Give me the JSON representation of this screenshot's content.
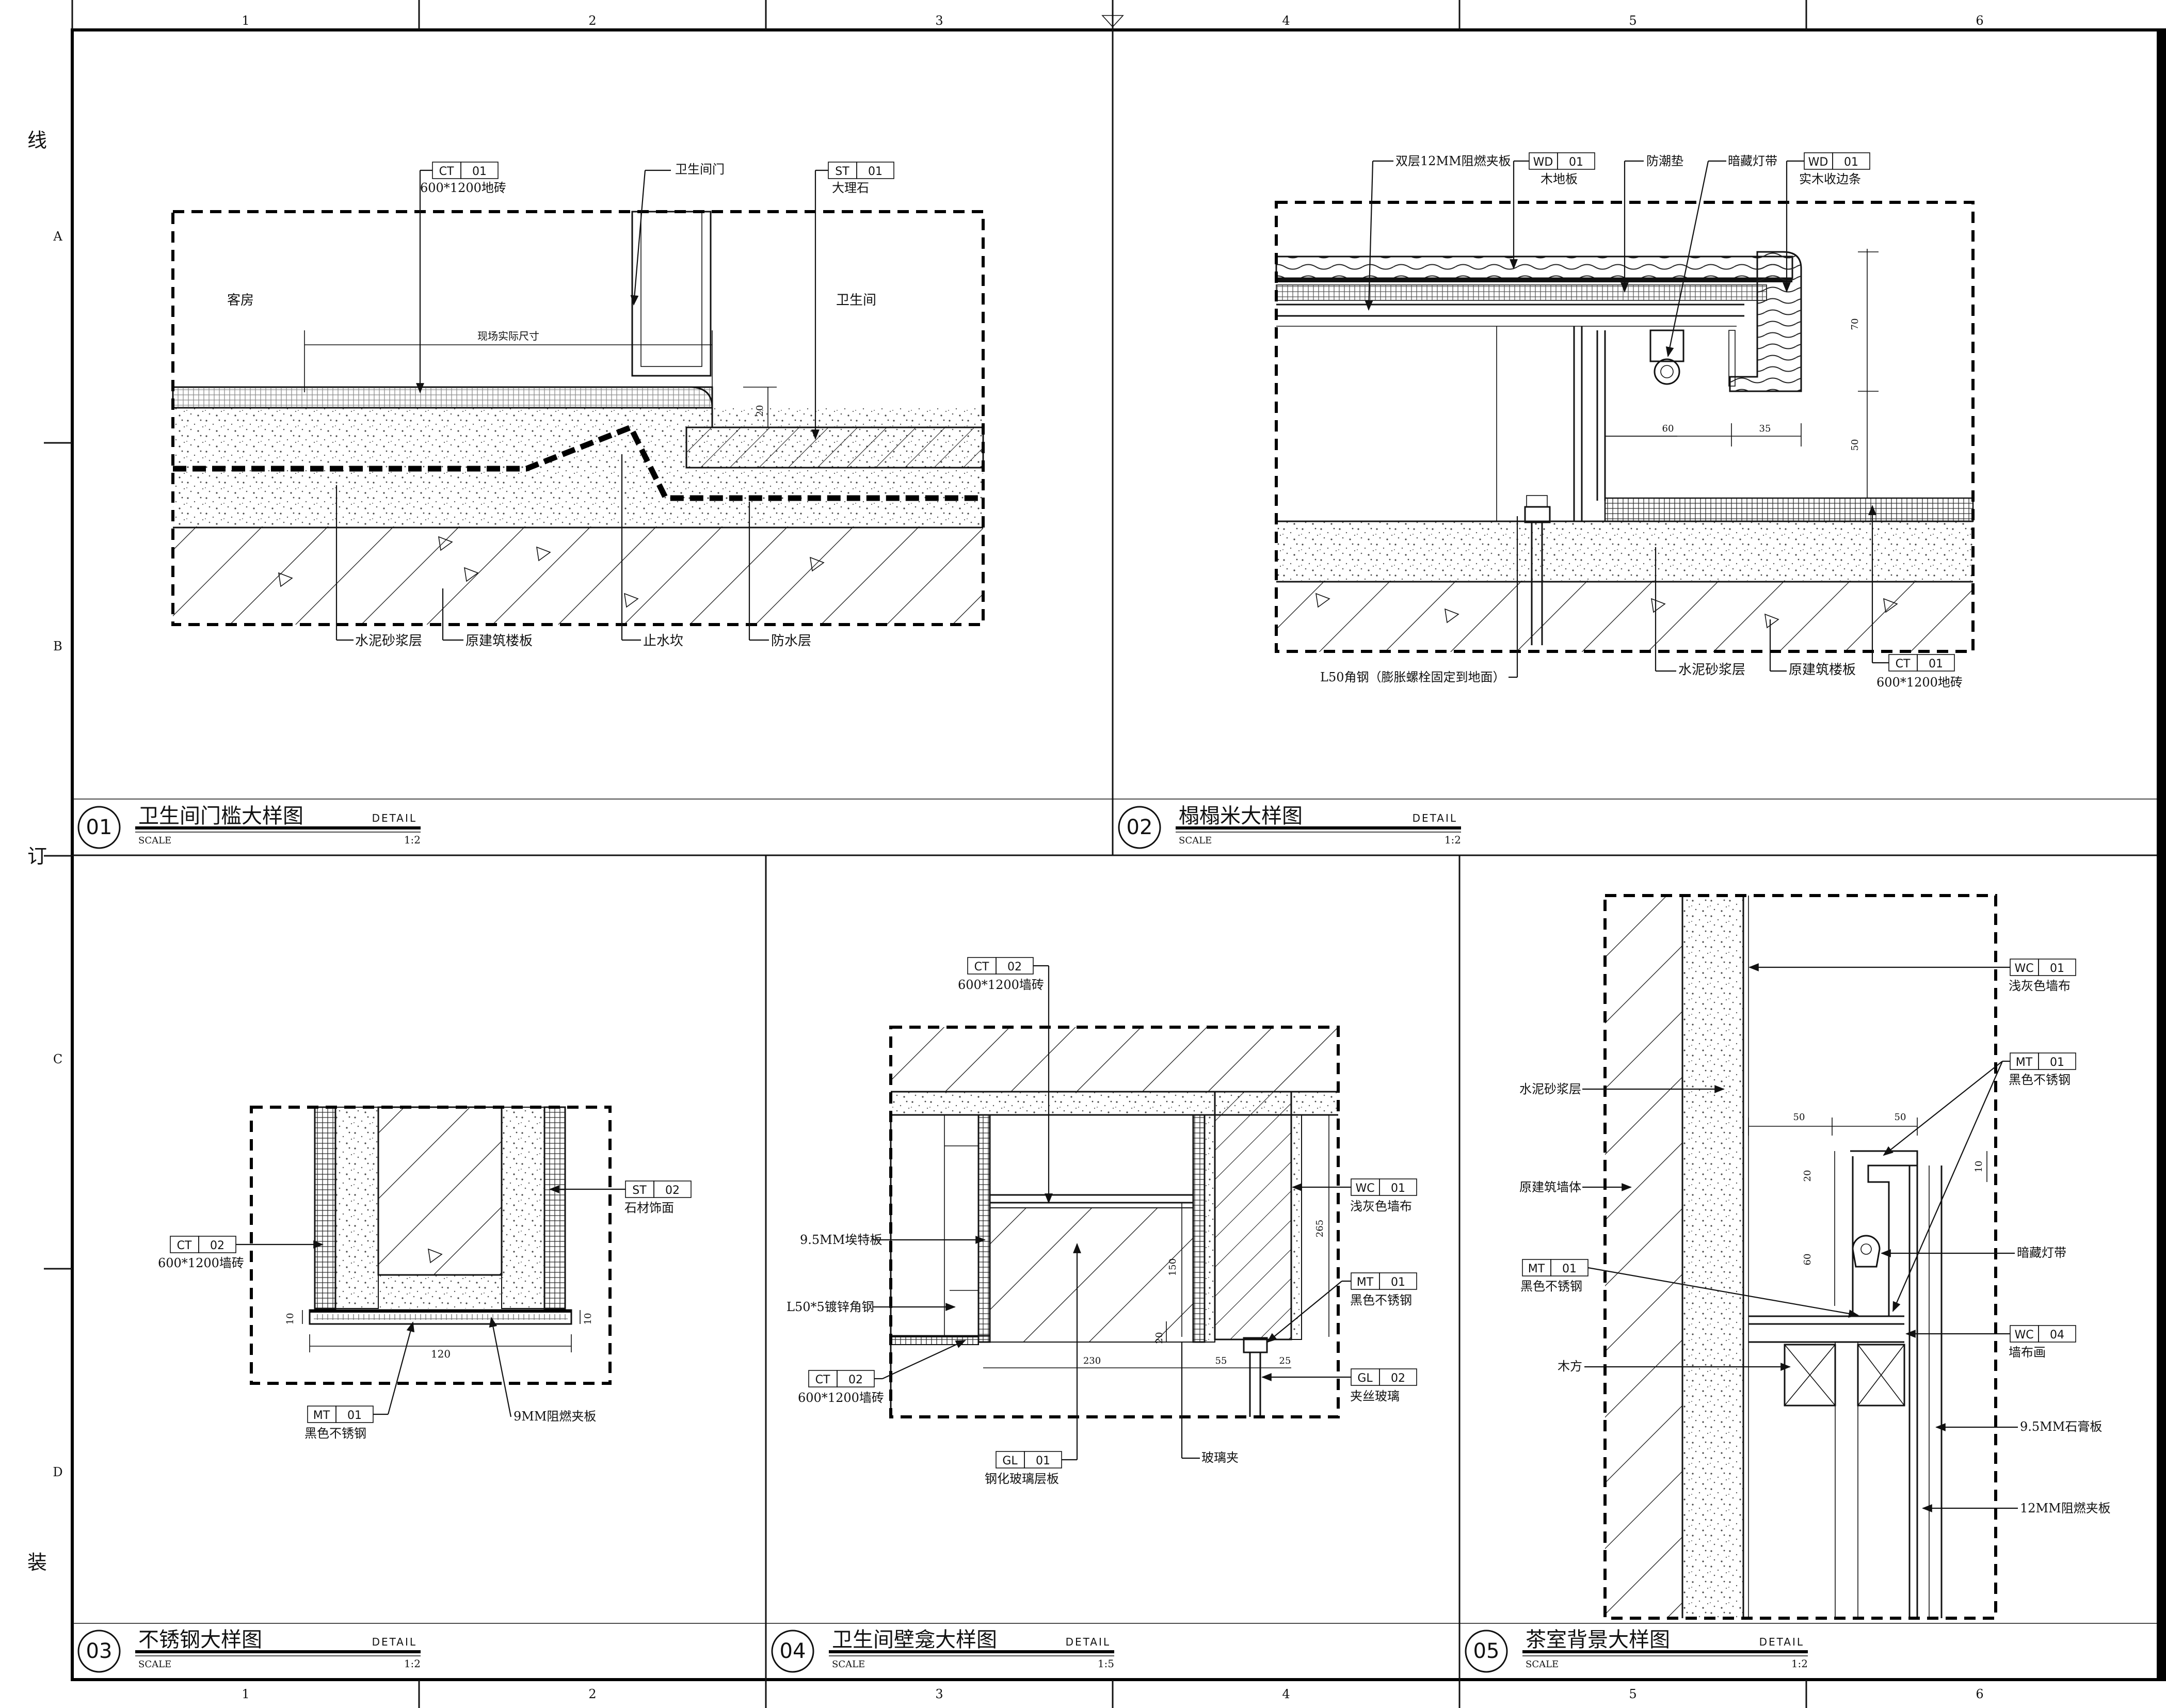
{
  "grid": {
    "columns": [
      "1",
      "2",
      "3",
      "4",
      "5",
      "6"
    ],
    "rows": [
      "A",
      "B",
      "C",
      "D"
    ]
  },
  "binding": {
    "a": "线",
    "b": "订",
    "c": "装"
  },
  "panels": [
    {
      "num": "01",
      "title": "卫生间门槛大样图",
      "detail": "DETAIL",
      "scale_label": "SCALE",
      "scale": "1:2"
    },
    {
      "num": "02",
      "title": "榻榻米大样图",
      "detail": "DETAIL",
      "scale_label": "SCALE",
      "scale": "1:2"
    },
    {
      "num": "03",
      "title": "不锈钢大样图",
      "detail": "DETAIL",
      "scale_label": "SCALE",
      "scale": "1:2"
    },
    {
      "num": "04",
      "title": "卫生间壁龛大样图",
      "detail": "DETAIL",
      "scale_label": "SCALE",
      "scale": "1:5"
    },
    {
      "num": "05",
      "title": "茶室背景大样图",
      "detail": "DETAIL",
      "scale_label": "SCALE",
      "scale": "1:2"
    }
  ],
  "p1": {
    "tag_ct": {
      "code": "CT",
      "no": "01",
      "desc": "600*1200地砖"
    },
    "tag_st": {
      "code": "ST",
      "no": "01",
      "desc": "大理石"
    },
    "door": "卫生间门",
    "room_left": "客房",
    "room_right": "卫生间",
    "dim_site": "现场实际尺寸",
    "dim_20": "20",
    "mortar": "水泥砂浆层",
    "slab": "原建筑楼板",
    "curb": "止水坎",
    "waterproof": "防水层"
  },
  "p2": {
    "board": "双层12MM阻燃夹板",
    "tag_wd1": {
      "code": "WD",
      "no": "01",
      "desc": "木地板"
    },
    "pad": "防潮垫",
    "led": "暗藏灯带",
    "tag_wd2": {
      "code": "WD",
      "no": "01",
      "desc": "实木收边条"
    },
    "dim_70": "70",
    "dim_50": "50",
    "dim_60": "60",
    "dim_35": "35",
    "angle": "L50角钢（膨胀螺栓固定到地面）",
    "mortar": "水泥砂浆层",
    "slab": "原建筑楼板",
    "tag_ct": {
      "code": "CT",
      "no": "01",
      "desc": "600*1200地砖"
    }
  },
  "p3": {
    "tag_st": {
      "code": "ST",
      "no": "02",
      "desc": "石材饰面"
    },
    "tag_ct": {
      "code": "CT",
      "no": "02",
      "desc": "600*1200墙砖"
    },
    "tag_mt": {
      "code": "MT",
      "no": "01",
      "desc": "黑色不锈钢"
    },
    "ply": "9MM阻燃夹板",
    "dim_120": "120",
    "dim_10a": "10",
    "dim_10b": "10"
  },
  "p4": {
    "tag_ct_top": {
      "code": "CT",
      "no": "02",
      "desc": "600*1200墙砖"
    },
    "board": "9.5MM埃特板",
    "angle": "L50*5镀锌角钢",
    "tag_ct_bot": {
      "code": "CT",
      "no": "02",
      "desc": "600*1200墙砖"
    },
    "tag_gl1": {
      "code": "GL",
      "no": "01",
      "desc": "钢化玻璃层板"
    },
    "clip": "玻璃夹",
    "tag_wc": {
      "code": "WC",
      "no": "01",
      "desc": "浅灰色墙布"
    },
    "tag_mt": {
      "code": "MT",
      "no": "01",
      "desc": "黑色不锈钢"
    },
    "tag_gl2": {
      "code": "GL",
      "no": "02",
      "desc": "夹丝玻璃"
    },
    "dim_230": "230",
    "dim_55": "55",
    "dim_25": "25",
    "dim_20": "20",
    "dim_150": "150",
    "dim_265": "265"
  },
  "p5": {
    "tag_wc1": {
      "code": "WC",
      "no": "01",
      "desc": "浅灰色墙布"
    },
    "tag_mt1": {
      "code": "MT",
      "no": "01",
      "desc": "黑色不锈钢"
    },
    "mortar": "水泥砂浆层",
    "wall": "原建筑墙体",
    "tag_mt2": {
      "code": "MT",
      "no": "01",
      "desc": "黑色不锈钢"
    },
    "batten": "木方",
    "led": "暗藏灯带",
    "tag_wc4": {
      "code": "WC",
      "no": "04",
      "desc": "墙布画"
    },
    "gypsum": "9.5MM石膏板",
    "ply": "12MM阻燃夹板",
    "dim_50a": "50",
    "dim_50b": "50",
    "dim_20": "20",
    "dim_60": "60",
    "dim_10": "10"
  }
}
